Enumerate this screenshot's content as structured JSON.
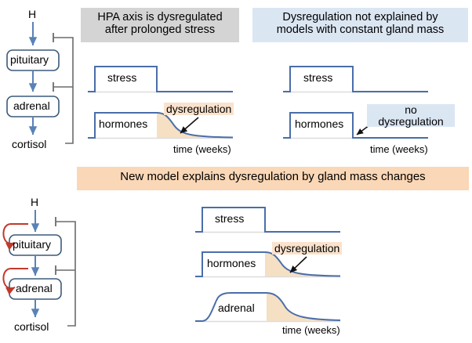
{
  "figure": {
    "title_semantic": "HPA axis dysregulation model figure",
    "colors": {
      "signal_line": "#4a6ea9",
      "baseline_axis": "#d8d8d8",
      "shaded_decay": "#f6e0c3",
      "node_border": "#3c5a7a",
      "node_fill": "#ffffff",
      "feedback_arrow": "#5b82b8",
      "inhibition_line": "#6b6b6b",
      "growth_arrow": "#c0392b",
      "banner_gray": "#d4d4d4",
      "banner_blue": "#dbe6f3",
      "banner_orange": "#fad7b6",
      "highlight_orange": "#fbe2cc",
      "highlight_blue": "#dbe6f3"
    }
  },
  "panels": {
    "top_left": {
      "banner": "HPA axis is dysregulated after prolonged stress",
      "banner_line1": "HPA axis is dysregulated",
      "banner_line2": "after prolonged stress",
      "diagram": {
        "input_label": "H",
        "node1": "pituitary",
        "node2": "adrenal",
        "output_label": "cortisol"
      },
      "plots": [
        {
          "name": "stress",
          "label": "stress",
          "type": "square-pulse",
          "axis_label": "",
          "shaded": false
        },
        {
          "name": "hormones",
          "label": "hormones",
          "type": "pulse-with-decay",
          "annotation": "dysregulation",
          "axis_label": "time (weeks)",
          "shaded": true
        }
      ]
    },
    "top_right": {
      "banner": "Dysregulation not explained by models with constant gland mass",
      "banner_line1": "Dysregulation not explained by",
      "banner_line2": "models with constant gland mass",
      "plots": [
        {
          "name": "stress",
          "label": "stress",
          "type": "square-pulse",
          "axis_label": "",
          "shaded": false
        },
        {
          "name": "hormones",
          "label": "hormones",
          "type": "square-pulse",
          "annotation_line1": "no",
          "annotation_line2": "dysregulation",
          "axis_label": "time (weeks)",
          "shaded": false
        }
      ]
    },
    "bottom": {
      "banner": "New model explains dysregulation by gland mass changes",
      "diagram": {
        "input_label": "H",
        "node1": "pituitary",
        "node2": "adrenal",
        "output_label": "cortisol",
        "growth_loops": 2
      },
      "plots": [
        {
          "name": "stress",
          "label": "stress",
          "type": "square-pulse",
          "axis_label": "",
          "shaded": false
        },
        {
          "name": "hormones",
          "label": "hormones",
          "type": "pulse-with-decay",
          "annotation": "dysregulation",
          "axis_label": "",
          "shaded": true
        },
        {
          "name": "adrenal",
          "label": "adrenal",
          "type": "slow-rise-with-decay",
          "axis_label": "time (weeks)",
          "shaded": true
        }
      ]
    }
  },
  "chart_data": {
    "type": "line",
    "title": "HPA axis responses to prolonged stress",
    "xlabel": "time (weeks)",
    "ylabel": "",
    "grid": false,
    "legend": "none",
    "charts": [
      {
        "panel": "top_left",
        "name": "stress",
        "description": "square pulse: off, on during stress, off after",
        "x": [
          0,
          10,
          10,
          60,
          60,
          130
        ],
        "y": [
          0,
          0,
          1,
          1,
          0,
          0
        ]
      },
      {
        "panel": "top_left",
        "name": "hormones",
        "description": "pulse that decays back toward baseline while stress persists, showing dysregulation",
        "x": [
          0,
          10,
          10,
          60,
          70,
          80,
          95,
          110,
          130
        ],
        "y": [
          0,
          0,
          1,
          1,
          0.72,
          0.45,
          0.22,
          0.1,
          0.05
        ],
        "shaded_region_start": 60,
        "annotation": "dysregulation"
      },
      {
        "panel": "top_right",
        "name": "stress",
        "description": "square pulse identical to top-left stress",
        "x": [
          0,
          10,
          10,
          60,
          60,
          130
        ],
        "y": [
          0,
          0,
          1,
          1,
          0,
          0
        ]
      },
      {
        "panel": "top_right",
        "name": "hormones",
        "description": "constant-gland-mass model: hormones track stress exactly, no decay",
        "x": [
          0,
          10,
          10,
          60,
          60,
          130
        ],
        "y": [
          0,
          0,
          1,
          1,
          0,
          0
        ],
        "annotation": "no dysregulation"
      },
      {
        "panel": "bottom",
        "name": "stress",
        "description": "square pulse stress input",
        "x": [
          0,
          10,
          10,
          60,
          60,
          130
        ],
        "y": [
          0,
          0,
          1,
          1,
          0,
          0
        ]
      },
      {
        "panel": "bottom",
        "name": "hormones",
        "description": "new model: hormones rise then decay during stress due to gland mass growth",
        "x": [
          0,
          10,
          10,
          60,
          70,
          80,
          95,
          110,
          130
        ],
        "y": [
          0,
          0,
          1,
          1,
          0.72,
          0.45,
          0.22,
          0.1,
          0.05
        ],
        "shaded_region_start": 60,
        "annotation": "dysregulation"
      },
      {
        "panel": "bottom",
        "name": "adrenal",
        "description": "adrenal gland mass rises slowly then decays after stress",
        "x": [
          0,
          10,
          20,
          35,
          60,
          70,
          85,
          100,
          115,
          130
        ],
        "y": [
          0,
          0,
          0.75,
          1,
          1,
          0.8,
          0.5,
          0.26,
          0.12,
          0.06
        ],
        "shaded_region_start": 60
      }
    ]
  }
}
